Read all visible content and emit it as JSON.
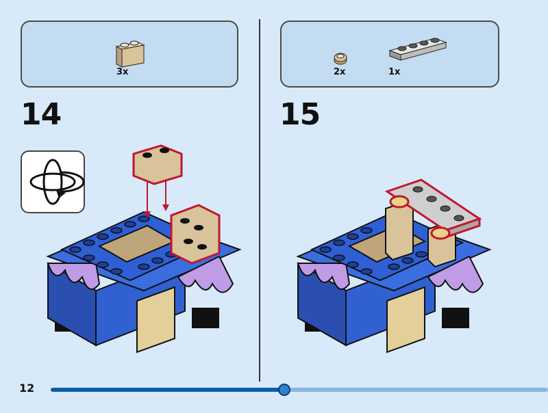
{
  "page_number": "12",
  "progress": 0.47,
  "steps": [
    {
      "number": "14",
      "parts": [
        {
          "name": "tan-brick-1x2-masonry",
          "qty": "3x"
        }
      ],
      "has_rotate_callout": true
    },
    {
      "number": "15",
      "parts": [
        {
          "name": "tan-round-plate-1x1",
          "qty": "2x"
        },
        {
          "name": "gray-plate-1x4",
          "qty": "1x"
        }
      ],
      "has_rotate_callout": false
    }
  ],
  "colors": {
    "background": "#d8eaf9",
    "parts_box": "#c3dcf1",
    "blue_brick": "#2d5fcf",
    "tan_brick": "#d8c39a",
    "purple_brick": "#c09be6",
    "highlight": "#c2162b",
    "progress_fill": "#0b5ea8"
  }
}
